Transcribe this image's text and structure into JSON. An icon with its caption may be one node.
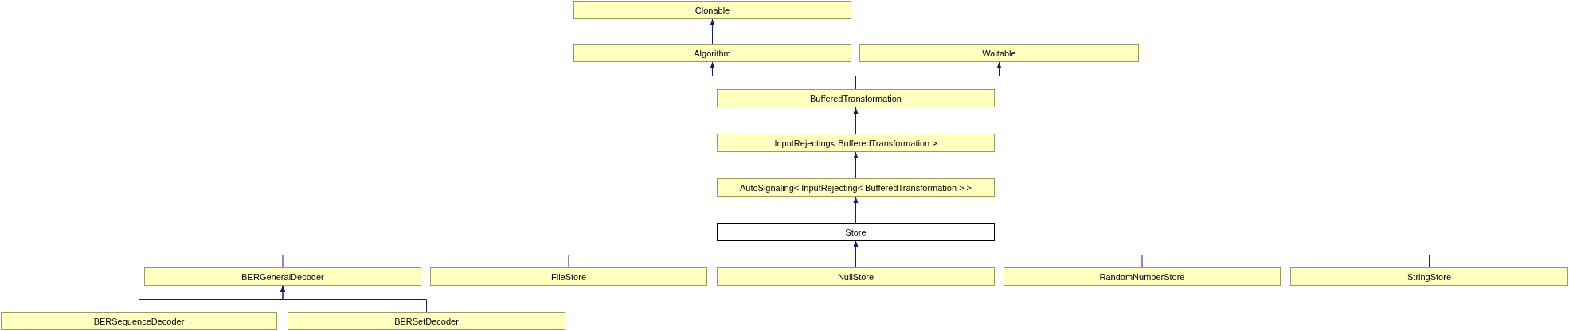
{
  "diagram": {
    "nodes": [
      {
        "text": [
          "Clonable"
        ]
      },
      {
        "text": [
          "Algorithm"
        ]
      },
      {
        "text": [
          "Waitable"
        ]
      },
      {
        "text": [
          "BufferedTransformation"
        ]
      },
      {
        "text": [
          "InputRejecting< BufferedTransformation >"
        ]
      },
      {
        "text": [
          "AutoSignaling< InputRejecting< BufferedTransformation > >"
        ]
      },
      {
        "text": [
          "Store"
        ]
      },
      {
        "text": [
          "BERGeneralDecoder"
        ]
      },
      {
        "text": [
          "FileStore"
        ]
      },
      {
        "text": [
          "NullStore"
        ]
      },
      {
        "text": [
          "RandomNumberStore"
        ]
      },
      {
        "text": [
          "StringStore"
        ]
      },
      {
        "text": [
          "BERSequenceDecoder"
        ]
      },
      {
        "text": [
          "BERSetDecoder"
        ]
      }
    ],
    "edges": [
      {
        "from": 1,
        "to": 0,
        "arrow": "to"
      },
      {
        "from": 3,
        "to": 1,
        "arrow": "to"
      },
      {
        "from": 3,
        "to": 2,
        "arrow": "to"
      },
      {
        "from": 4,
        "to": 3,
        "arrow": "to"
      },
      {
        "from": 5,
        "to": 4,
        "arrow": "to"
      },
      {
        "from": 6,
        "to": 5,
        "arrow": "to"
      },
      {
        "from": 7,
        "to": 6,
        "arrow": "to"
      },
      {
        "from": 8,
        "to": 6,
        "arrow": "to"
      },
      {
        "from": 9,
        "to": 6,
        "arrow": "to"
      },
      {
        "from": 10,
        "to": 6,
        "arrow": "to"
      },
      {
        "from": 11,
        "to": 6,
        "arrow": "to"
      },
      {
        "from": 12,
        "to": 7,
        "arrow": "to"
      },
      {
        "from": 13,
        "to": 7,
        "arrow": "to"
      }
    ]
  }
}
